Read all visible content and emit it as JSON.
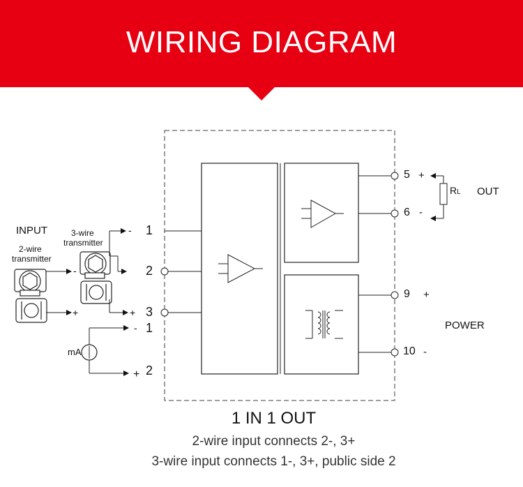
{
  "header": {
    "title": "WIRING DIAGRAM"
  },
  "colors": {
    "banner": "#e60012",
    "line": "#111111",
    "module_border": "#666666"
  },
  "labels": {
    "input": "INPUT",
    "two_wire": "2-wire",
    "transmitter": "transmitter",
    "three_wire": "3-wire",
    "out": "OUT",
    "power": "POWER",
    "load_r": "R",
    "load_sub": "L",
    "ma": "mA",
    "minus": "-",
    "plus": "+"
  },
  "terminals": {
    "t1": "1",
    "t2": "2",
    "t3": "3",
    "t5": "5",
    "t6": "6",
    "t9": "9",
    "t10": "10",
    "ma_1": "1",
    "ma_2": "2"
  },
  "captions": {
    "main": "1 IN 1 OUT",
    "line1": "2-wire input connects 2-, 3+",
    "line2": "3-wire input connects 1-, 3+, public side 2"
  }
}
